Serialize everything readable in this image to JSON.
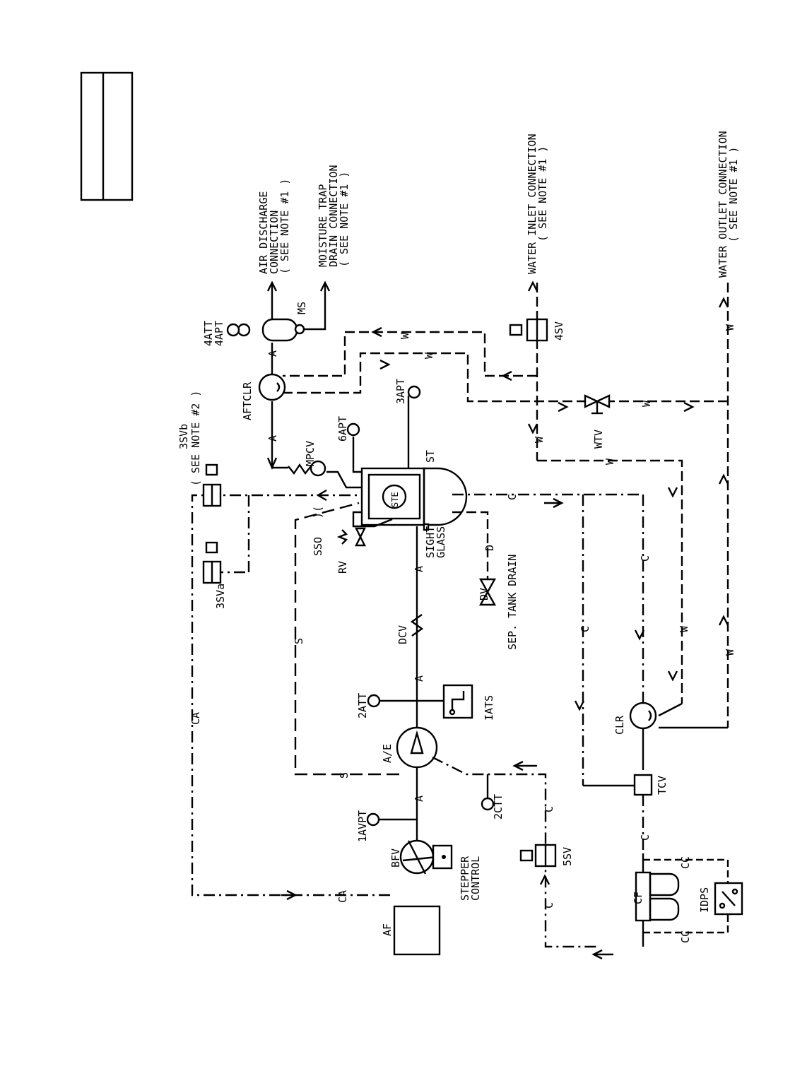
{
  "title_block": {
    "left_text": "",
    "right_text": ""
  },
  "labels": {
    "air_discharge": [
      "AIR DISCHARGE",
      "CONNECTION",
      "( SEE NOTE #1 )"
    ],
    "moisture_trap": [
      "MOISTURE TRAP",
      "DRAIN CONNECTION",
      "( SEE NOTE #1 )"
    ],
    "water_inlet": [
      "WATER INLET CONNECTION",
      "( SEE NOTE #1 )"
    ],
    "water_outlet": [
      "WATER OUTLET CONNECTION",
      "( SEE NOTE #1 )"
    ],
    "sv3b": [
      "3SVb",
      "( SEE NOTE #2 )"
    ],
    "att4": "4ATT",
    "apt4": "4APT",
    "ms": "MS",
    "aftclr": "AFTCLR",
    "apt3": "3APT",
    "apt6": "6APT",
    "mpcv": "MPCV",
    "st": "ST",
    "ste": "STE",
    "sight_glass": [
      "SIGHT",
      "GLASS"
    ],
    "sso": "SSO",
    "rv": "RV",
    "sv3a": "3SVa",
    "dv": "DV",
    "sep_tank_drain": "SEP. TANK DRAIN",
    "dcv": "DCV",
    "att2": "2ATT",
    "iats": "IATS",
    "ae": "A/E",
    "ctt2": "2CTT",
    "avpt1": "1AVPT",
    "bfv": "BFV",
    "stepper": [
      "STEPPER",
      "CONTROL"
    ],
    "sv5": "5SV",
    "sv4": "4SV",
    "af": "AF",
    "tcv": "TCV",
    "clr": "CLR",
    "wtv": "WTV",
    "cf": "CF",
    "idps": "IDPS",
    "line_ca": "CA",
    "line_a": "A",
    "line_s": "S",
    "line_c": "C",
    "line_w": "W",
    "line_d": "D",
    "line_cc": "CC"
  }
}
